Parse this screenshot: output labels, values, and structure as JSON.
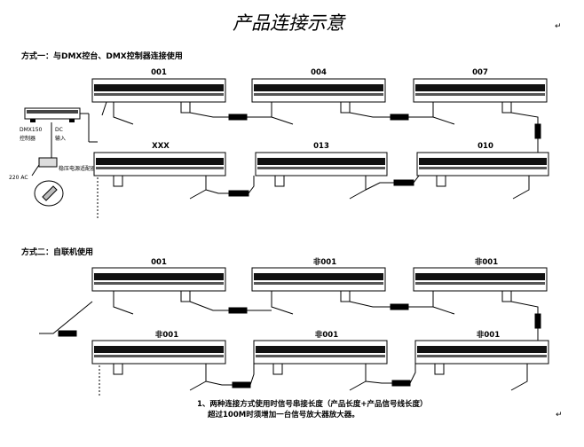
{
  "title": "产品连接示意",
  "mode1": {
    "heading": "方式一：与DMX控台、DMX控制器连接使用",
    "row1_labels": [
      "001",
      "004",
      "007"
    ],
    "row2_labels": [
      "XXX",
      "013",
      "010"
    ],
    "controller": {
      "model": "DMX150",
      "name": "控制器",
      "port1": "DC",
      "port2": "输入",
      "power": "220 AC",
      "adapter": "稳压电源适配器"
    }
  },
  "mode2": {
    "heading": "方式二：自联机使用",
    "row1_labels": [
      "001",
      "非001",
      "非001"
    ],
    "row2_labels": [
      "非001",
      "非001",
      "非001"
    ]
  },
  "notes": [
    "1、两种连接方式使用时信号串接长度（产品长度+产品信号线长度）",
    "超过100M时须增加一台信号放大器放大器。"
  ],
  "return_mark": "↵"
}
